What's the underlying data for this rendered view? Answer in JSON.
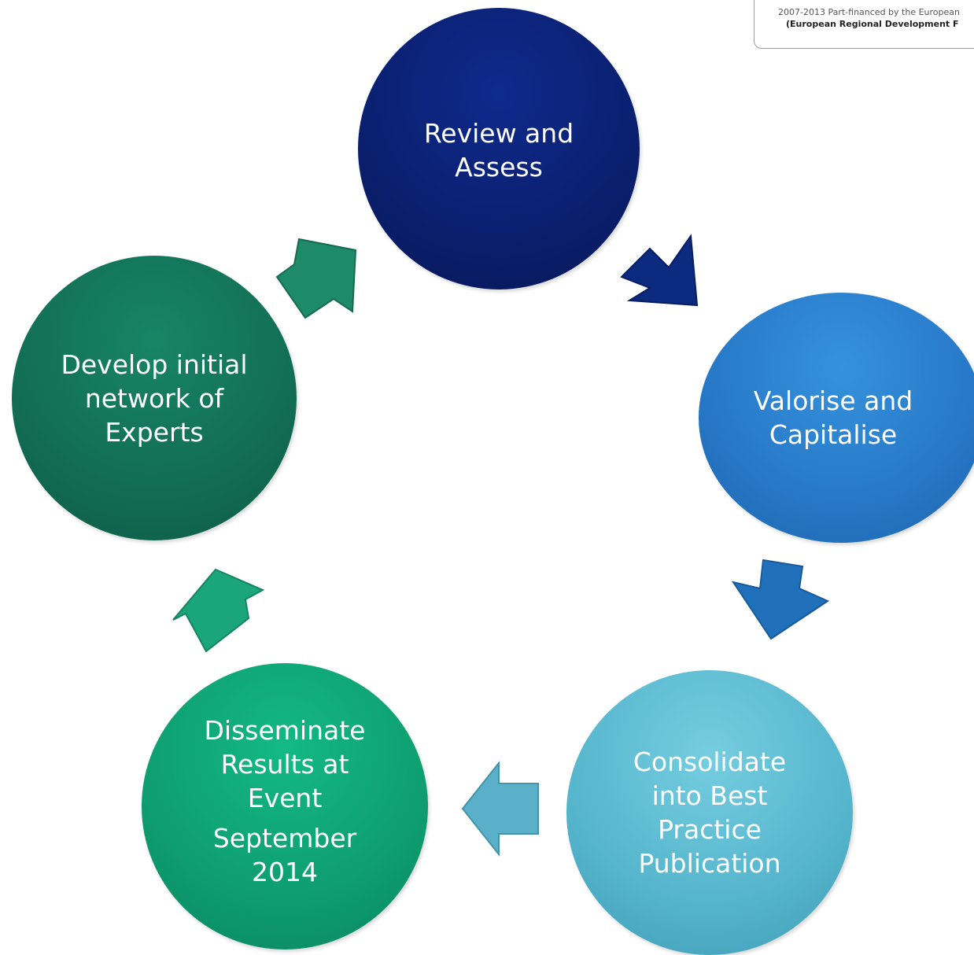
{
  "header": {
    "line1": "2007-2013 Part-financed by the European",
    "line2": "(European Regional Development F"
  },
  "cycle": {
    "steps": [
      {
        "lines": [
          "Review and",
          "Assess"
        ],
        "color": "#0a1f6e"
      },
      {
        "lines": [
          "Valorise and",
          "Capitalise"
        ],
        "color": "#2778c6"
      },
      {
        "lines": [
          "Consolidate",
          "into Best",
          "Practice",
          "Publication"
        ],
        "color": "#55b5cc"
      },
      {
        "lines": [
          "Disseminate",
          "Results at",
          "Event"
        ],
        "sub_lines": [
          "September",
          "2014"
        ],
        "color": "#0e9d70"
      },
      {
        "lines": [
          "Develop initial",
          "network of",
          "Experts"
        ],
        "color": "#126d54"
      }
    ],
    "arrow_colors": [
      "#0c2a80",
      "#2070bb",
      "#5ab0c8",
      "#1aa57a",
      "#1d8a68"
    ]
  }
}
